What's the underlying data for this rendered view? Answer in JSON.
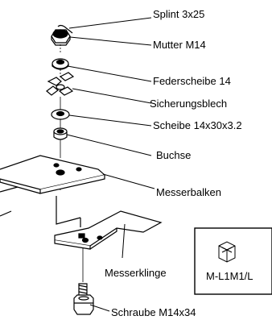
{
  "diagram": {
    "colors": {
      "ink": "#000000",
      "paper": "#ffffff",
      "hole": "#000000"
    },
    "parts": [
      {
        "id": "splint",
        "label": "Splint 3x25"
      },
      {
        "id": "nut",
        "label": "Mutter M14"
      },
      {
        "id": "spring-washer",
        "label": "Federscheibe 14"
      },
      {
        "id": "locking-plate",
        "label": "Sicherungsblech"
      },
      {
        "id": "washer",
        "label": "Scheibe 14x30x3.2"
      },
      {
        "id": "bushing",
        "label": "Buchse"
      },
      {
        "id": "knife-beam",
        "label": "Messerbalken"
      },
      {
        "id": "knife-blade",
        "label": "Messerklinge"
      },
      {
        "id": "bolt",
        "label": "Schraube M14x34"
      }
    ],
    "inset": {
      "caption": "M-L1M1/L"
    }
  }
}
